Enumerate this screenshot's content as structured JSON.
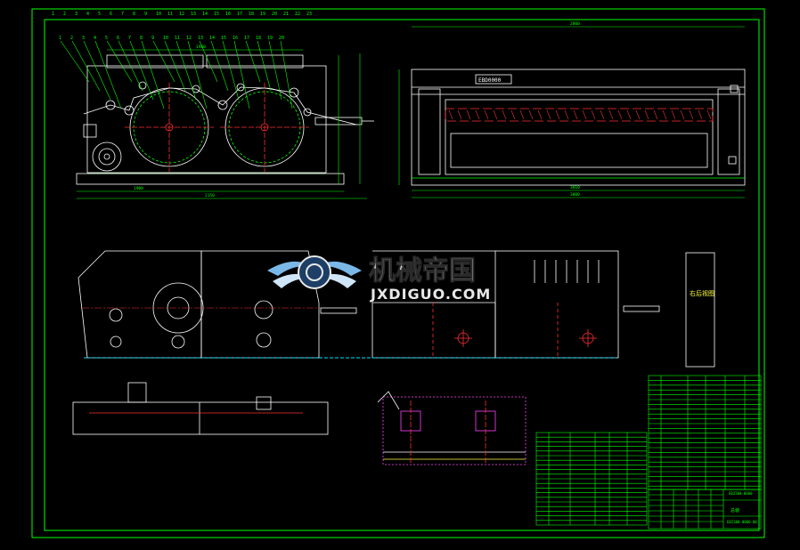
{
  "drawing": {
    "colors": {
      "background": "#000000",
      "frame": "#00ff00",
      "outline": "#ffffff",
      "red": "#ff3030",
      "cyan": "#00e5ff",
      "yellow": "#ffff40",
      "magenta": "#ff40ff",
      "watermark": "#e8e8e8",
      "watermark_blue": "#7ab8e8"
    },
    "border_zone_numbers_top": [
      "1",
      "2",
      "3",
      "4",
      "5",
      "6",
      "7",
      "8",
      "9",
      "10",
      "11",
      "12",
      "13",
      "14",
      "15",
      "16",
      "17",
      "18",
      "19",
      "20",
      "21",
      "22",
      "23"
    ],
    "front_view": {
      "part_labels": [
        "1",
        "2",
        "3",
        "4",
        "5",
        "6",
        "7",
        "8",
        "9",
        "10",
        "11",
        "12",
        "13",
        "14",
        "15",
        "16",
        "17",
        "18",
        "19",
        "20"
      ],
      "dims": [
        "1900",
        "2150",
        "1980"
      ]
    },
    "side_view": {
      "panel_text": "EBD0000",
      "dims": [
        "3010",
        "3000",
        "2800"
      ]
    },
    "label_box_text": "右后视图",
    "watermark": {
      "cn": "机械帝国",
      "en": "JXDIGUO.COM"
    },
    "title_block": {
      "part_no": "EB2300-0000",
      "title": "总装",
      "drawing_no": "EB2300-0000-00"
    }
  }
}
